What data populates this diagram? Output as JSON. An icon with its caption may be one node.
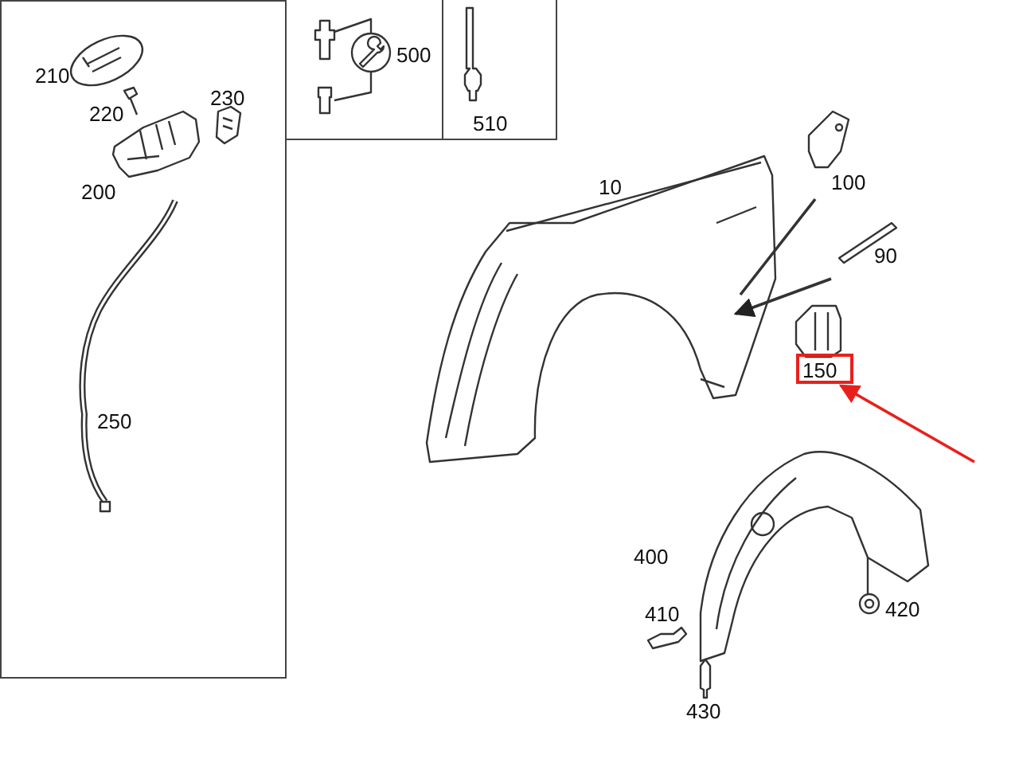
{
  "diagram": {
    "nodes": [
      {
        "text": [
          "210",
          "220",
          "230",
          "200",
          "250"
        ]
      },
      {
        "text": [
          "500",
          "510"
        ]
      },
      {
        "text": [
          "150"
        ]
      }
    ],
    "edges": [
      {
        "from": null,
        "to": 2,
        "arrow": "to",
        "color": "#e8201c"
      }
    ],
    "labels": [
      "10",
      "100",
      "90",
      "400",
      "410",
      "420",
      "430"
    ]
  }
}
